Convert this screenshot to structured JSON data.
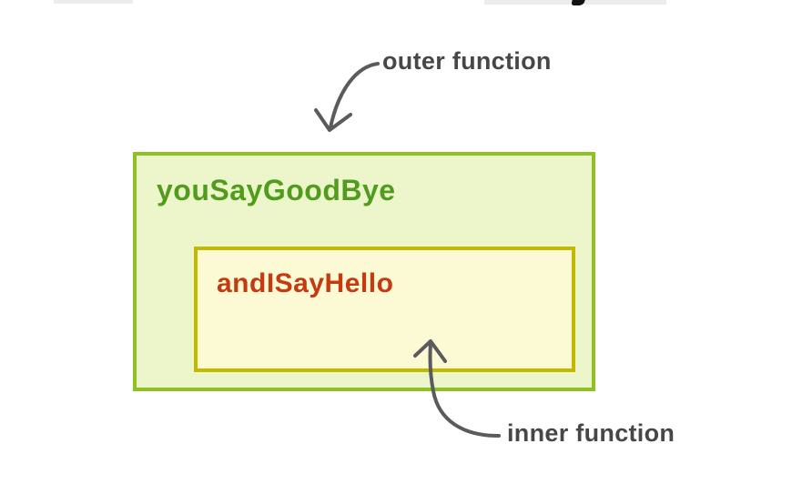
{
  "diagram": {
    "outer_box": {
      "title": "youSayGoodBye"
    },
    "inner_box": {
      "title": "andISayHello"
    },
    "annotations": {
      "outer": {
        "label": "outer function"
      },
      "inner": {
        "label": "inner function"
      }
    }
  },
  "colors": {
    "outer_box_border": "#8cc320",
    "outer_box_bg": "#edf6cb",
    "outer_box_text": "#529c1d",
    "inner_box_border": "#c2b800",
    "inner_box_bg": "#fcfad5",
    "inner_box_text": "#c53a10",
    "annotation_text": "#474747",
    "arrow": "#5b5b5e",
    "fragment_bg": "#ececec"
  }
}
